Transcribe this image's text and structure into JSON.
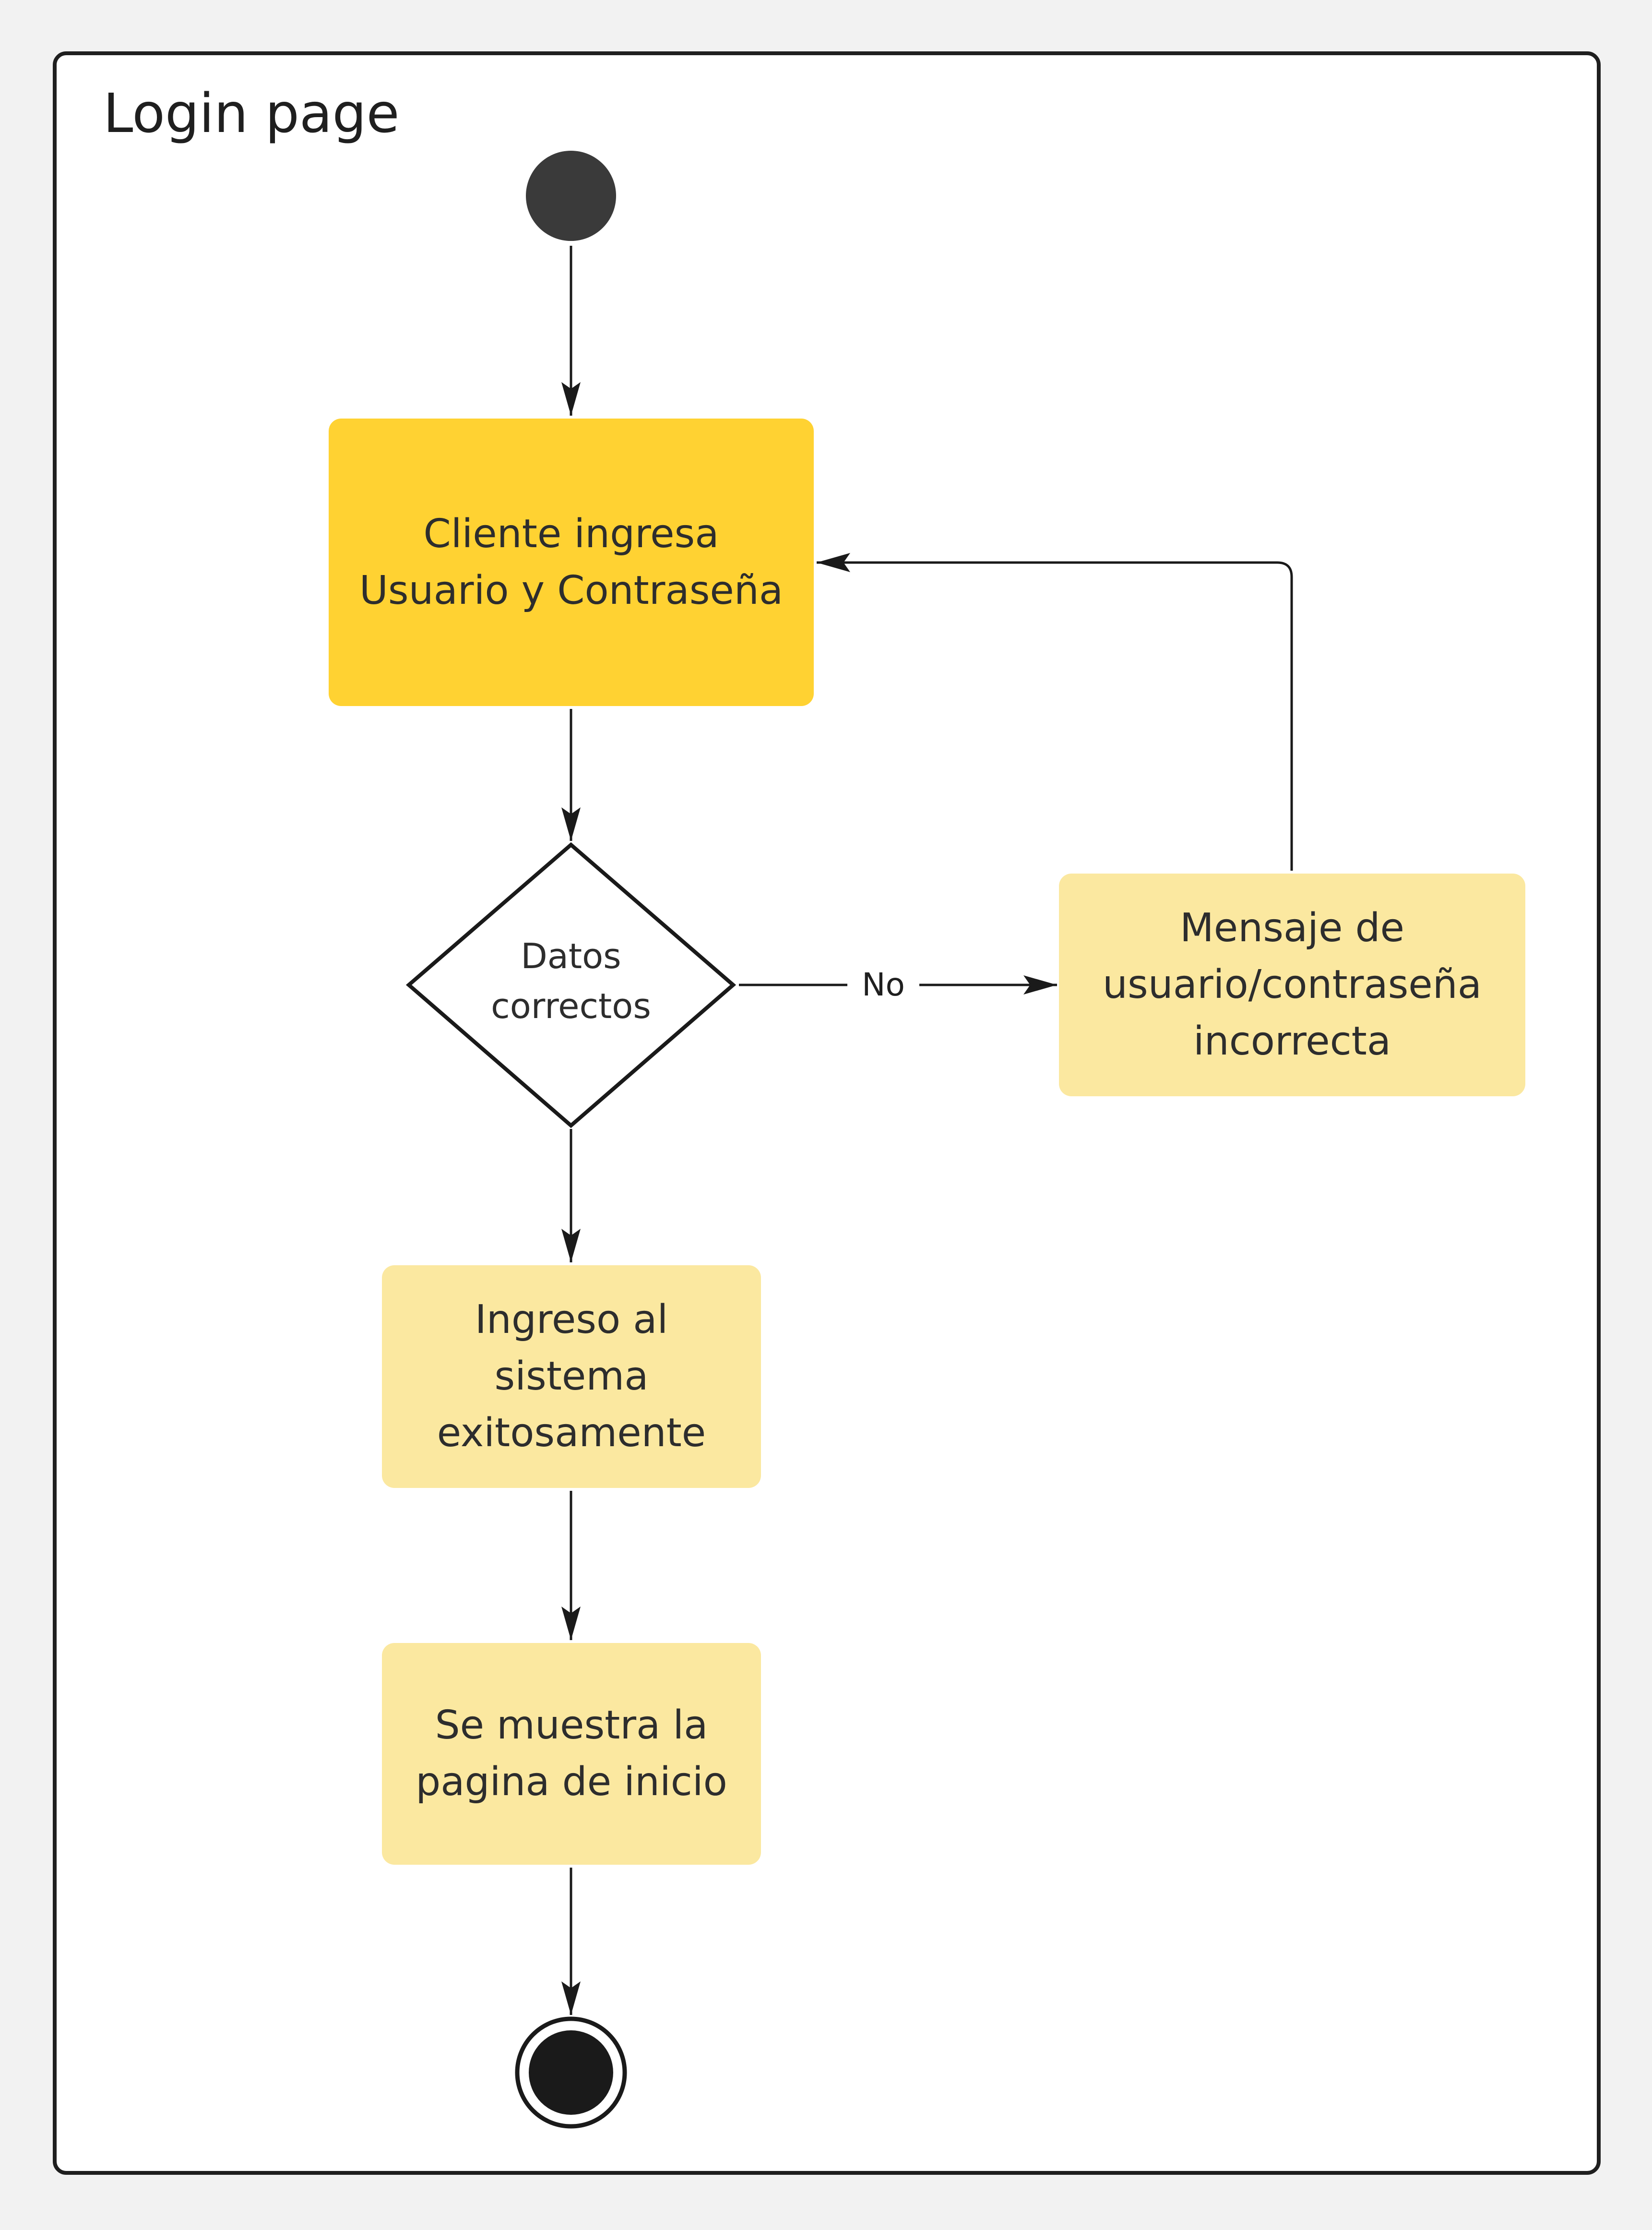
{
  "diagram": {
    "title": "Login page",
    "nodes": {
      "start": {
        "type": "initial"
      },
      "client_login": {
        "type": "action",
        "lines": [
          "Cliente ingresa",
          "Usuario y Contraseña"
        ],
        "color": "#ffd232"
      },
      "check_data": {
        "type": "decision",
        "lines": [
          "Datos",
          "correctos"
        ]
      },
      "error_message": {
        "type": "action",
        "lines": [
          "Mensaje de",
          "usuario/contraseña",
          "incorrecta"
        ],
        "color": "#fbe8a0"
      },
      "login_success": {
        "type": "action",
        "lines": [
          "Ingreso al",
          "sistema",
          "exitosamente"
        ],
        "color": "#fbe8a0"
      },
      "show_home": {
        "type": "action",
        "lines": [
          "Se muestra la",
          "pagina de inicio"
        ],
        "color": "#fbe8a0"
      },
      "end": {
        "type": "final"
      }
    },
    "edges": [
      {
        "from": "start",
        "to": "client_login"
      },
      {
        "from": "client_login",
        "to": "check_data"
      },
      {
        "from": "check_data",
        "to": "error_message",
        "label": "No"
      },
      {
        "from": "error_message",
        "to": "client_login"
      },
      {
        "from": "check_data",
        "to": "login_success"
      },
      {
        "from": "login_success",
        "to": "show_home"
      },
      {
        "from": "show_home",
        "to": "end"
      }
    ]
  }
}
